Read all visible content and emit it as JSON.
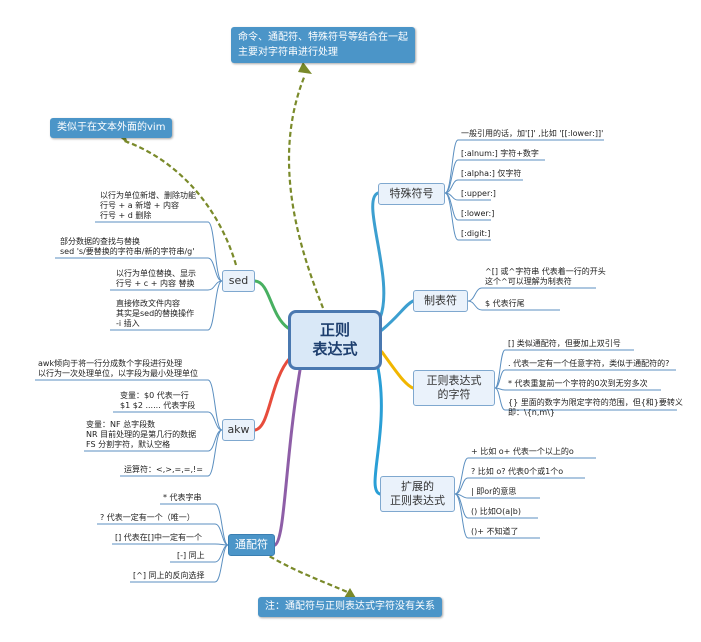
{
  "central": "正则\n表达式",
  "notes": {
    "top": [
      "命令、通配符、特殊符号等结合在一起",
      "主要对字符串进行处理"
    ],
    "vim": "类似于在文本外面的vim",
    "bottom": "注：通配符与正则表达式字符没有关系"
  },
  "branches": {
    "special": {
      "label": "特殊符号",
      "items": [
        "一般引用的话，加'[]' ,比如 '[[:lower:]]'",
        "[:alnum:]  字符+数字",
        "[:alpha:]  仅字符",
        "[:upper:]",
        "[:lower:]",
        "[:digit:]"
      ]
    },
    "tab": {
      "label": "制表符",
      "item1": [
        "^[] 或^字符串 代表着一行的开头",
        "这个^可以理解为制表符"
      ],
      "item2": "$ 代表行尾"
    },
    "regchars": {
      "label": "正则表达式\n的字符",
      "items": [
        [
          "[]  类似通配符，但要加上双引号"
        ],
        [
          ".  代表一定有一个任意字符，类似于通配符的?"
        ],
        [
          "*  代表重复前一个字符的0次到无穷多次"
        ],
        [
          "{} 里面的数字为限定字符的范围，但{和}要转义",
          "即：\\{n,m\\}"
        ]
      ]
    },
    "extended": {
      "label": "扩展的\n正则表达式",
      "items": [
        "+  比如 o+  代表一个以上的o",
        "?  比如 o?  代表0个或1个o",
        "|  即or的意思",
        "()  比如O(a|b)",
        "()+   不知道了"
      ]
    },
    "sed": {
      "label": "sed",
      "items": [
        [
          "以行为单位新增、删除功能",
          "行号 + a 新增 + 内容",
          "行号 + d 删除"
        ],
        [
          "部分数据的查找与替换",
          "sed 's/要替换的字符串/新的字符串/g'"
        ],
        [
          "以行为单位替换、显示",
          "行号 + c + 内容  替换"
        ],
        [
          "直接修改文件内容",
          "其实是sed的替换操作",
          "-i 插入"
        ]
      ]
    },
    "awk": {
      "label": "akw",
      "items": [
        [
          "awk倾向于将一行分成数个字段进行处理",
          "以行为一次处理单位，以字段为最小处理单位"
        ],
        [
          "变量：$0 代表一行",
          "$1  $2  ...... 代表字段"
        ],
        [
          "变量：NF  总字段数",
          "NR  目前处理的是第几行的数据",
          "FS   分割字符，默认空格"
        ],
        [
          "运算符：<,>,=,=,!="
        ]
      ]
    },
    "wildcard": {
      "label": "通配符",
      "items": [
        "*  代表字串",
        "?  代表一定有一个（唯一）",
        "[] 代表在[]中一定有一个",
        "[-] 同上",
        "[^] 同上的反向选择"
      ]
    }
  },
  "colors": {
    "special": "#3c9fd0",
    "tab": "#3c9fd0",
    "regchars": "#f1b600",
    "extended": "#2a9fd6",
    "sed": "#48b061",
    "awk": "#e74c3c",
    "wildcard": "#8e5ea7",
    "dashed": "#7a8a2a",
    "note": "#4b95c8"
  }
}
